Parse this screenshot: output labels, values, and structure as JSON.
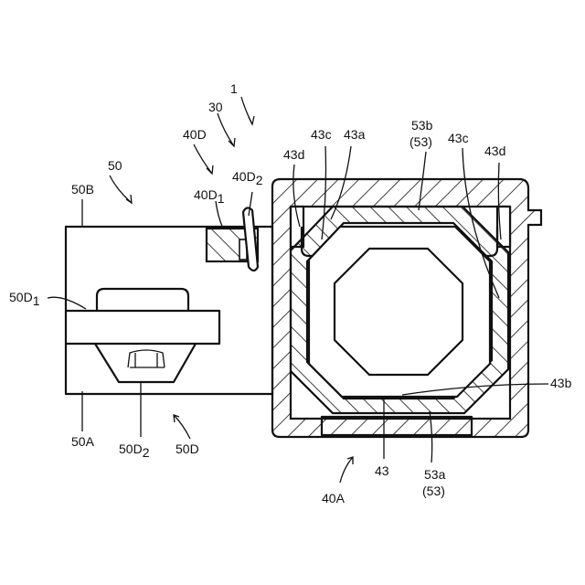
{
  "labels": {
    "l1": "1",
    "l30": "30",
    "l40D": "40D",
    "l50": "50",
    "l50B": "50B",
    "l40D1": "40D",
    "l40D1_sub": "1",
    "l40D2": "40D",
    "l40D2_sub": "2",
    "l43d_left": "43d",
    "l43c_left": "43c",
    "l43a": "43a",
    "l53b": "53b",
    "l53b_paren": "(53)",
    "l43c_right": "43c",
    "l43d_right": "43d",
    "l50D1": "50D",
    "l50D1_sub": "1",
    "l50A": "50A",
    "l50D2": "50D",
    "l50D2_sub": "2",
    "l50D": "50D",
    "l43b": "43b",
    "l43": "43",
    "l53a": "53a",
    "l53a_paren": "(53)",
    "l40A": "40A"
  }
}
